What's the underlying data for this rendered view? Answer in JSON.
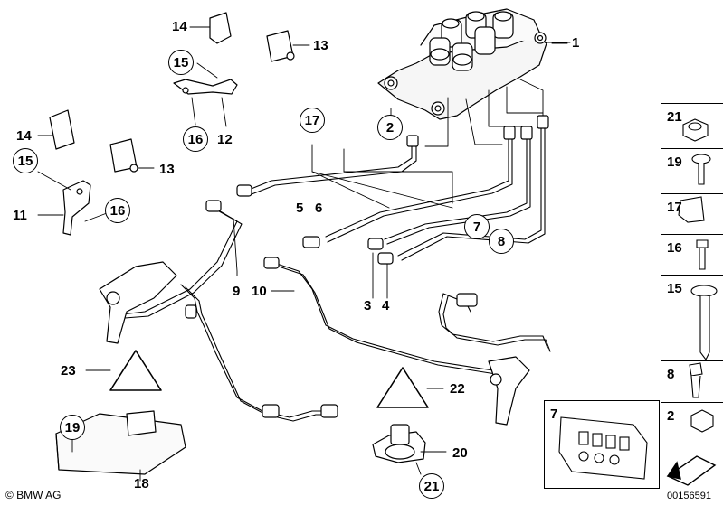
{
  "diagram": {
    "callouts": {
      "c1": "1",
      "c2": "2",
      "c3": "3",
      "c4": "4",
      "c5": "5",
      "c6": "6",
      "c7": "7",
      "c8": "8",
      "c9": "9",
      "c10": "10",
      "c11": "11",
      "c12": "12",
      "c13a": "13",
      "c13b": "13",
      "c14a": "14",
      "c14b": "14",
      "c15a": "15",
      "c15b": "15",
      "c16a": "16",
      "c16b": "16",
      "c17": "17",
      "c18": "18",
      "c19": "19",
      "c20": "20",
      "c21": "21",
      "c22": "22",
      "c23": "23"
    },
    "parts_panel": [
      "21",
      "19",
      "17",
      "16",
      "15",
      "8",
      "2"
    ],
    "connector_label": "7",
    "brand": "© BMW AG",
    "image_id": "00156591"
  }
}
